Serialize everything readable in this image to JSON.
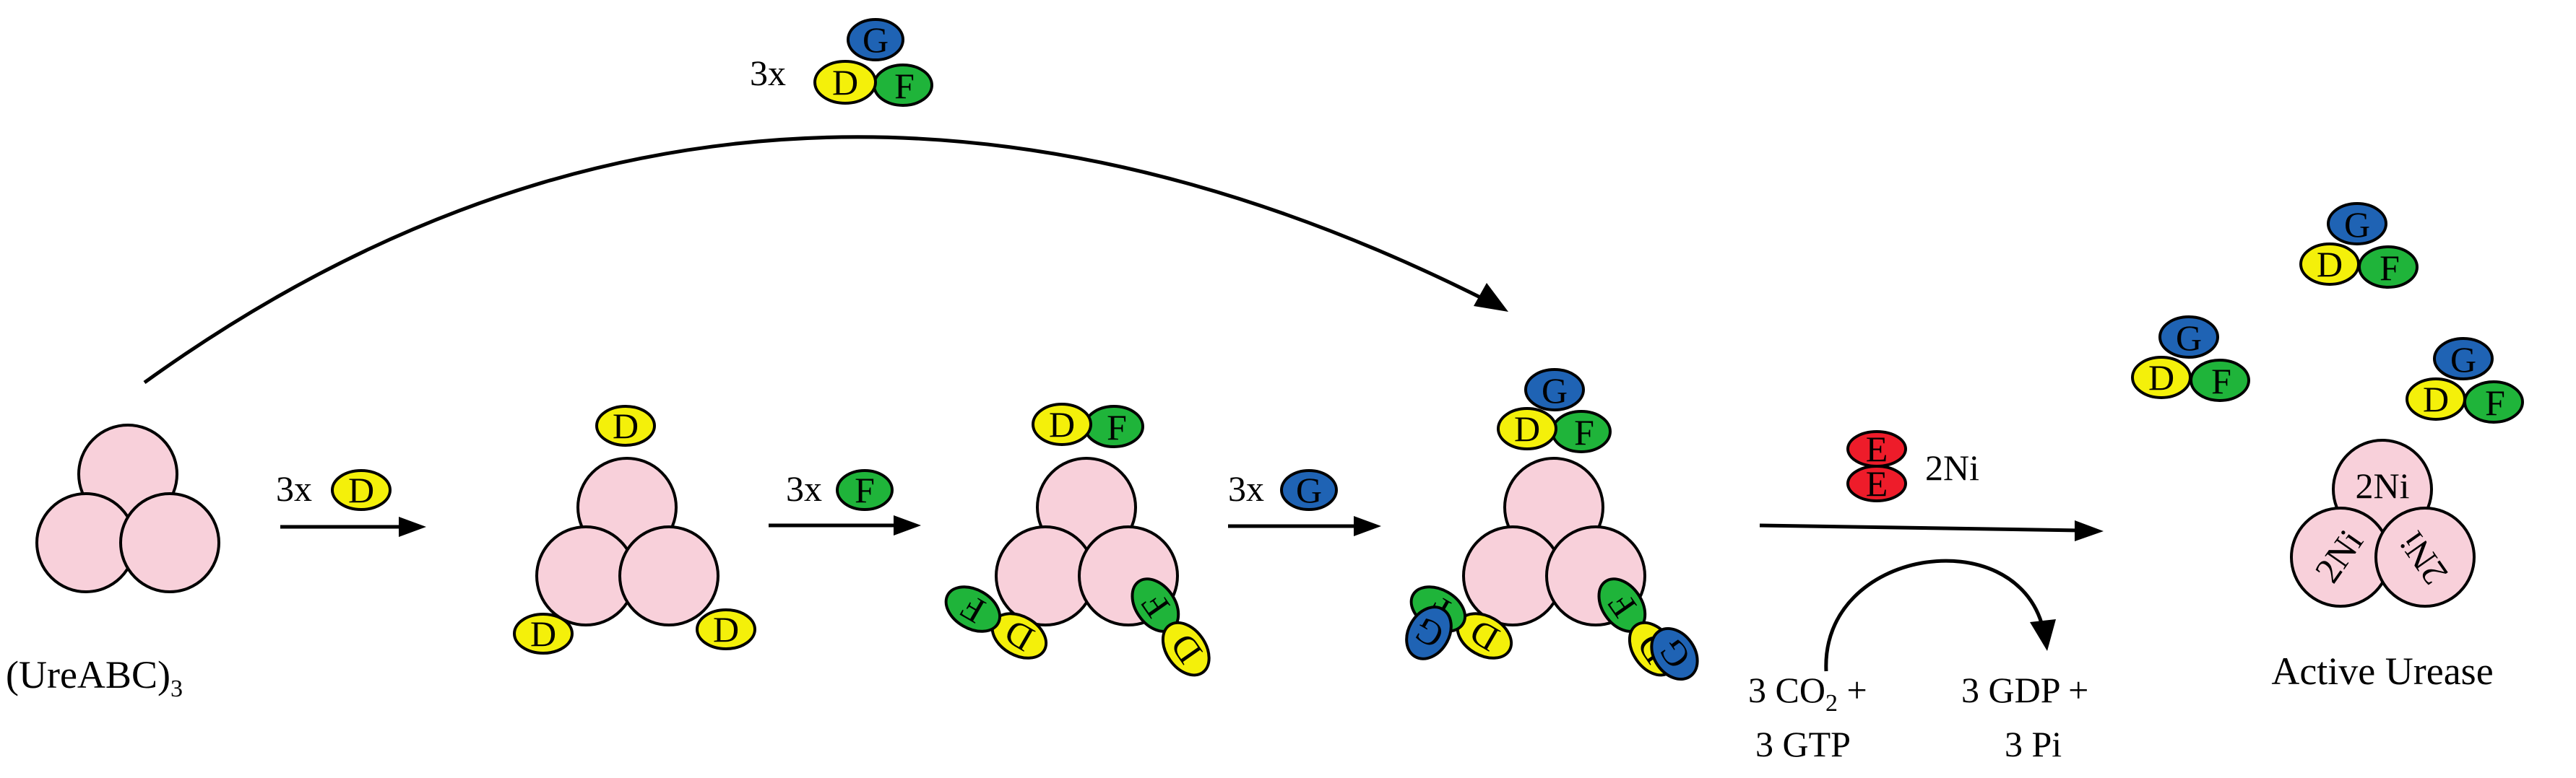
{
  "colors": {
    "complex": "#f8d0da",
    "ureD": "#f4f00a",
    "ureF": "#1fb43a",
    "ureG": "#1f63b4",
    "ureE": "#ee1c2a"
  },
  "proteins": {
    "D": "D",
    "F": "F",
    "G": "G",
    "E": "E"
  },
  "labels": {
    "start_complex": "(UreABC)",
    "start_subscript": "3",
    "step1_count": "3x",
    "step2_count": "3x",
    "step3_count": "3x",
    "top_count": "3x",
    "nickel": "2Ni",
    "co2_part1": "3 CO",
    "co2_subscript": "2",
    "co2_part2": " +",
    "gtp": "3 GTP",
    "gdp": "3 GDP +",
    "pi": "3 Pi",
    "active_urease": "Active Urease",
    "active_ni": "2Ni"
  }
}
